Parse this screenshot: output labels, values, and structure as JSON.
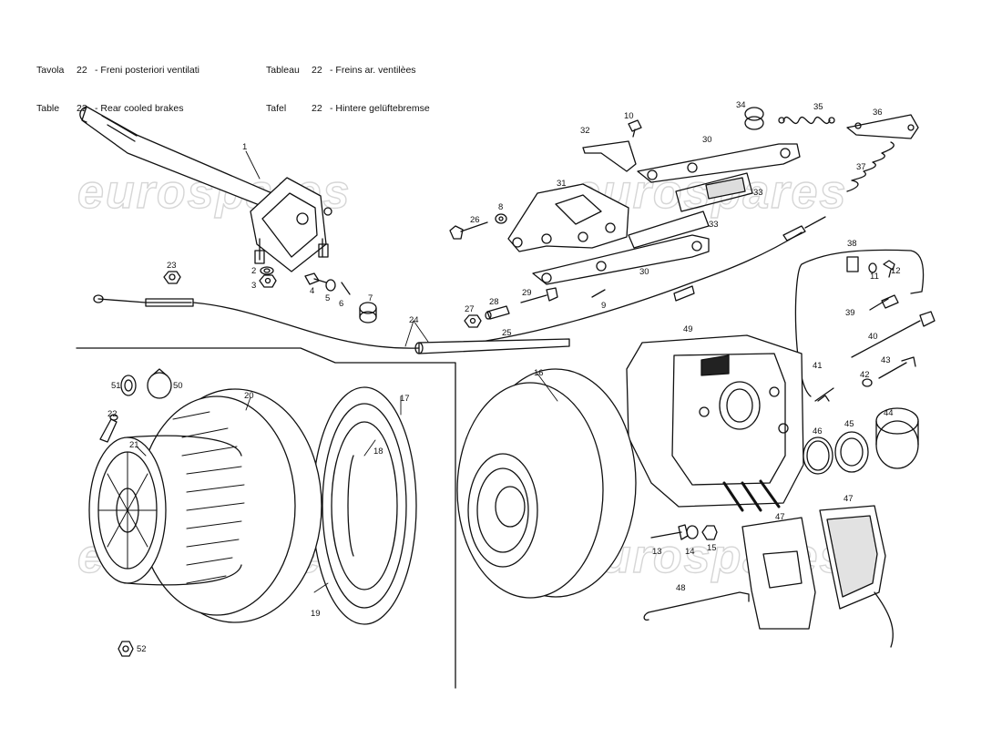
{
  "header": {
    "left": [
      {
        "c1": "Tavola",
        "c2": "22",
        "c3": "- Freni posteriori ventilati"
      },
      {
        "c1": "Table",
        "c2": "22",
        "c3": "- Rear cooled brakes"
      }
    ],
    "right": [
      {
        "c1": "Tableau",
        "c2": "22",
        "c3": "- Freins ar. ventilèes"
      },
      {
        "c1": "Tafel",
        "c2": "22",
        "c3": "- Hintere gelüftebremse"
      }
    ]
  },
  "watermark": "eurospares",
  "callouts": [
    "1",
    "2",
    "3",
    "4",
    "5",
    "6",
    "7",
    "8",
    "9",
    "10",
    "11",
    "12",
    "13",
    "14",
    "15",
    "16",
    "17",
    "18",
    "19",
    "20",
    "21",
    "22",
    "23",
    "24",
    "25",
    "26",
    "27",
    "28",
    "29",
    "30",
    "30",
    "31",
    "32",
    "33",
    "33",
    "34",
    "35",
    "36",
    "37",
    "38",
    "39",
    "40",
    "41",
    "42",
    "43",
    "44",
    "45",
    "46",
    "47",
    "47",
    "48",
    "49",
    "50",
    "51",
    "52"
  ]
}
